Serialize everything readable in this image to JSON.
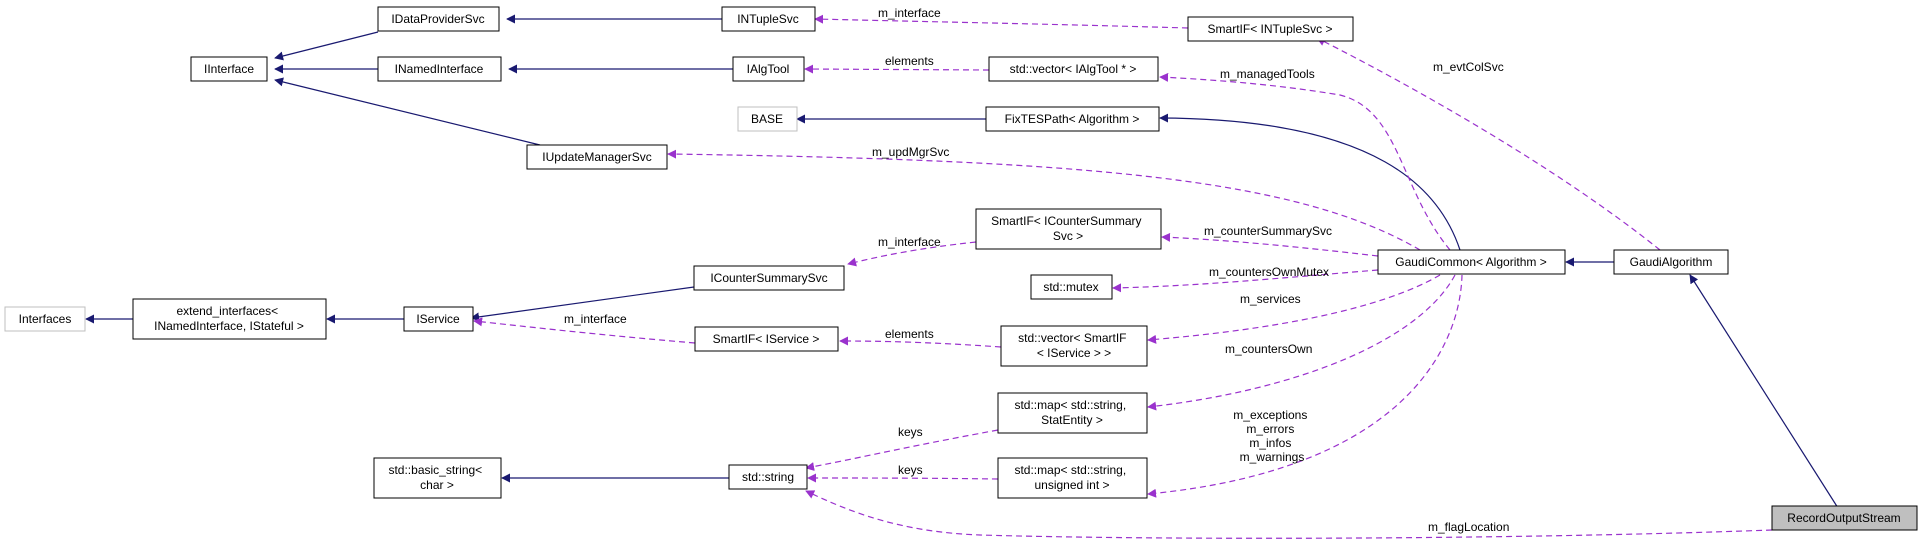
{
  "nodes": {
    "IInterface": {
      "lines": [
        "IInterface"
      ]
    },
    "IDataProviderSvc": {
      "lines": [
        "IDataProviderSvc"
      ]
    },
    "INTupleSvc": {
      "lines": [
        "INTupleSvc"
      ]
    },
    "SmartIF_INTupleSvc": {
      "lines": [
        "SmartIF< INTupleSvc >"
      ]
    },
    "INamedInterface": {
      "lines": [
        "INamedInterface"
      ]
    },
    "IAlgTool": {
      "lines": [
        "IAlgTool"
      ]
    },
    "vector_IAlgTool": {
      "lines": [
        "std::vector< IAlgTool * >"
      ]
    },
    "BASE": {
      "lines": [
        "BASE"
      ]
    },
    "FixTESPath": {
      "lines": [
        "FixTESPath< Algorithm >"
      ]
    },
    "IUpdateManagerSvc": {
      "lines": [
        "IUpdateManagerSvc"
      ]
    },
    "SmartIF_ICounterSummarySvc": {
      "lines": [
        "SmartIF< ICounterSummary",
        "Svc >"
      ]
    },
    "GaudiCommon": {
      "lines": [
        "GaudiCommon< Algorithm >"
      ]
    },
    "GaudiAlgorithm": {
      "lines": [
        "GaudiAlgorithm"
      ]
    },
    "ICounterSummarySvc": {
      "lines": [
        "ICounterSummarySvc"
      ]
    },
    "std_mutex": {
      "lines": [
        "std::mutex"
      ]
    },
    "Interfaces": {
      "lines": [
        "Interfaces"
      ]
    },
    "extend_interfaces": {
      "lines": [
        "extend_interfaces<",
        "INamedInterface, IStateful >"
      ]
    },
    "IService": {
      "lines": [
        "IService"
      ]
    },
    "SmartIF_IService": {
      "lines": [
        "SmartIF< IService >"
      ]
    },
    "vector_SmartIF_IService": {
      "lines": [
        "std::vector< SmartIF",
        "< IService > >"
      ]
    },
    "map_StatEntity": {
      "lines": [
        "std::map< std::string,",
        "StatEntity >"
      ]
    },
    "basic_string": {
      "lines": [
        "std::basic_string<",
        "char >"
      ]
    },
    "std_string": {
      "lines": [
        "std::string"
      ]
    },
    "map_uint": {
      "lines": [
        "std::map< std::string,",
        "unsigned int >"
      ]
    },
    "RecordOutputStream": {
      "lines": [
        "RecordOutputStream"
      ]
    }
  },
  "edge_labels": {
    "m_interface_ntuple": [
      "m_interface"
    ],
    "elements_algtool": [
      "elements"
    ],
    "m_managedTools": [
      "m_managedTools"
    ],
    "m_evtColSvc": [
      "m_evtColSvc"
    ],
    "m_updMgrSvc": [
      "m_updMgrSvc"
    ],
    "m_interface_counter": [
      "m_interface"
    ],
    "m_counterSummarySvc": [
      "m_counterSummarySvc"
    ],
    "m_countersOwnMutex": [
      "m_countersOwnMutex"
    ],
    "m_services": [
      "m_services"
    ],
    "m_interface_service": [
      "m_interface"
    ],
    "elements_service": [
      "elements"
    ],
    "m_countersOwn": [
      "m_countersOwn"
    ],
    "keys_stat": [
      "keys"
    ],
    "keys_uint": [
      "keys"
    ],
    "m_exceptions_group": [
      "m_exceptions",
      "m_errors",
      "m_infos",
      "m_warnings"
    ],
    "m_flagLocation": [
      "m_flagLocation"
    ]
  }
}
